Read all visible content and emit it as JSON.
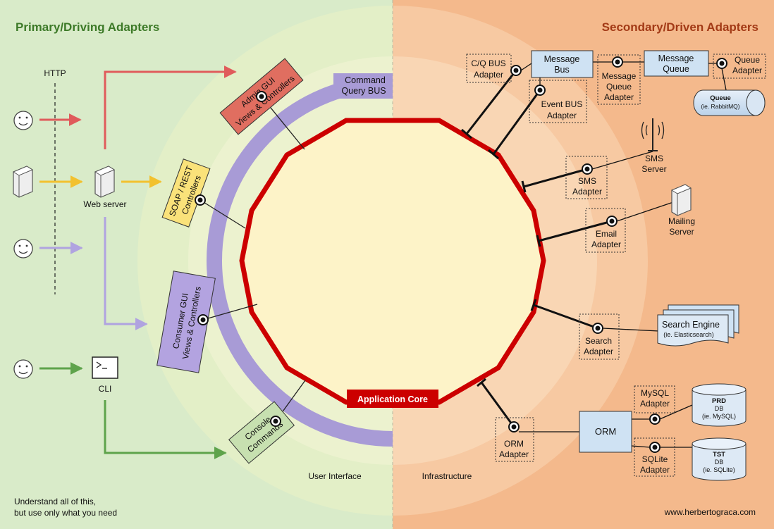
{
  "headings": {
    "primary": "Primary/Driving Adapters",
    "secondary": "Secondary/Driven Adapters"
  },
  "actors": {
    "http": "HTTP",
    "web_server": "Web server",
    "cli": "CLI"
  },
  "primary_adapters": {
    "admin_gui": [
      "Admin GUI",
      "Views & Controllers"
    ],
    "soap_rest": [
      "SOAP / REST",
      "Controllers"
    ],
    "consumer_gui": [
      "Consumer GUI",
      "Views & Controllers"
    ],
    "console": [
      "Console",
      "Commands"
    ],
    "command_query_bus": [
      "Command",
      "Query BUS"
    ]
  },
  "core": {
    "label": "Application Core"
  },
  "rings": {
    "user_interface": "User Interface",
    "infrastructure": "Infrastructure"
  },
  "secondary_adapters": {
    "cq_bus": [
      "C/Q BUS",
      "Adapter"
    ],
    "event_bus": [
      "Event BUS",
      "Adapter"
    ],
    "message_queue_adapter": [
      "Message",
      "Queue",
      "Adapter"
    ],
    "queue_adapter": [
      "Queue",
      "Adapter"
    ],
    "sms_adapter": [
      "SMS",
      "Adapter"
    ],
    "email_adapter": [
      "Email",
      "Adapter"
    ],
    "search_adapter": [
      "Search",
      "Adapter"
    ],
    "orm_adapter": [
      "ORM",
      "Adapter"
    ],
    "mysql_adapter": [
      "MySQL",
      "Adapter"
    ],
    "sqlite_adapter": [
      "SQLite",
      "Adapter"
    ]
  },
  "tools": {
    "message_bus": [
      "Message",
      "Bus"
    ],
    "message_queue": [
      "Message",
      "Queue"
    ],
    "queue_title": "Queue",
    "queue_sub": "(ie. RabbitMQ)",
    "sms_server": [
      "SMS",
      "Server"
    ],
    "mailing_server": [
      "Mailing",
      "Server"
    ],
    "search_engine_title": "Search Engine",
    "search_engine_sub": "(ie. Elasticsearch)",
    "orm": "ORM",
    "prd_title": "PRD",
    "prd_db": "DB",
    "prd_sub": "(ie. MySQL)",
    "tst_title": "TST",
    "tst_db": "DB",
    "tst_sub": "(ie. SQLite)"
  },
  "footer": {
    "note_line1": "Understand all of this,",
    "note_line2": "but use only what you need",
    "credit": "www.herbertograca.com"
  },
  "colors": {
    "left_bg": "#d9ebc9",
    "right_bg": "#f4b98c",
    "core_red": "#cc0000",
    "bus_purple": "#a89bd6",
    "admin_red": "#e06e60",
    "soap_yellow": "#fae27a",
    "consumer_purple": "#b3a3e0",
    "console_green": "#c7e0b0",
    "tool_blue": "#cfe2f3",
    "arrow_green": "#5ea34b"
  }
}
